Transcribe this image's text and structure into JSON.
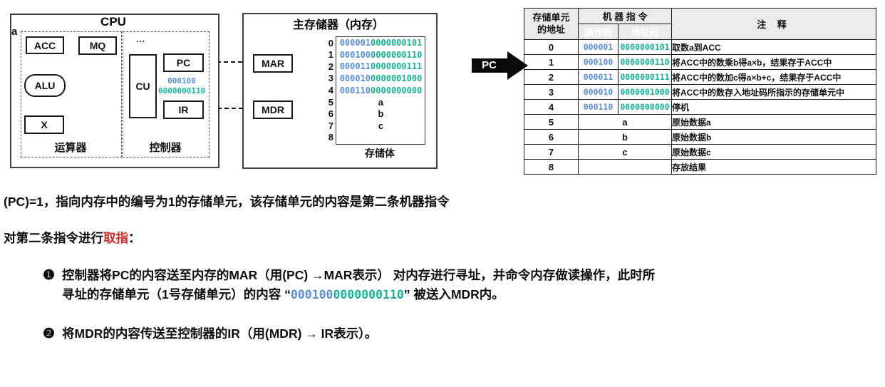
{
  "colors": {
    "opcode_blue": "#5B8FD9",
    "addr_teal": "#17B394",
    "header_blue": "#5B9BD5",
    "header_teal": "#1BB394",
    "highlight_red": "#D42B2B"
  },
  "cpu": {
    "title": "CPU",
    "corner_label": "a",
    "acc": "ACC",
    "mq": "MQ",
    "alu": "ALU",
    "x": "X",
    "cu": "CU",
    "pc": "PC",
    "ir": "IR",
    "cu_dots": "...",
    "ir_opcode": "000100",
    "ir_addrcode": "0000000110",
    "alu_unit_label": "运算器",
    "control_unit_label": "控制器"
  },
  "memory": {
    "title": "主存储器（内存）",
    "mar": "MAR",
    "mdr": "MDR",
    "bank_label": "存储体",
    "cells": [
      {
        "addr": "0",
        "opcode": "000001",
        "addrcode": "0000000101"
      },
      {
        "addr": "1",
        "opcode": "000100",
        "addrcode": "0000000110"
      },
      {
        "addr": "2",
        "opcode": "000011",
        "addrcode": "0000000111"
      },
      {
        "addr": "3",
        "opcode": "000010",
        "addrcode": "0000001000"
      },
      {
        "addr": "4",
        "opcode": "000110",
        "addrcode": "0000000000"
      },
      {
        "addr": "5",
        "data": "a"
      },
      {
        "addr": "6",
        "data": "b"
      },
      {
        "addr": "7",
        "data": "c"
      },
      {
        "addr": "8",
        "data": ""
      }
    ]
  },
  "pc_pointer": {
    "label": "PC"
  },
  "table": {
    "addr_header_line1": "存储单元",
    "addr_header_line2": "的地址",
    "machine_instr_header": "机 器 指 令",
    "opcode_header": "操作码",
    "addrcode_header": "地址码",
    "note_header": "注 释",
    "rows": [
      {
        "addr": "0",
        "opcode": "000001",
        "addrcode": "0000000101",
        "note": "取数a到ACC"
      },
      {
        "addr": "1",
        "opcode": "000100",
        "addrcode": "0000000110",
        "note": "将ACC中的数乘b得a×b，结果存于ACC中"
      },
      {
        "addr": "2",
        "opcode": "000011",
        "addrcode": "0000000111",
        "note": "将ACC中的数加c得a×b+c，结果存于ACC中"
      },
      {
        "addr": "3",
        "opcode": "000010",
        "addrcode": "0000001000",
        "note": "将ACC中的数存入地址码所指示的存储单元中"
      },
      {
        "addr": "4",
        "opcode": "000110",
        "addrcode": "0000000000",
        "note": "停机"
      },
      {
        "addr": "5",
        "data": "a",
        "note": "原始数据a"
      },
      {
        "addr": "6",
        "data": "b",
        "note": "原始数据b"
      },
      {
        "addr": "7",
        "data": "c",
        "note": "原始数据c"
      },
      {
        "addr": "8",
        "data": "",
        "note": "存放结果"
      }
    ]
  },
  "notes": {
    "line1": "(PC)=1，指向内存中的编号为1的存储单元，该存储单元的内容是第二条机器指令",
    "line2_prefix": "对第二条指令进行",
    "line2_highlight": "取指",
    "line2_suffix": "：",
    "bullet1_marker": "❶",
    "bullet1_line1": "控制器将PC的内容送至内存的MAR（用(PC) →MAR表示） 对内存进行寻址，并命令内存做读操作，此时所",
    "bullet1_line2_pre": "寻址的存储单元（1号存储单元）的内容 “",
    "bullet1_bin_opcode": "000100",
    "bullet1_bin_addr": "0000000110",
    "bullet1_line2_post": "” 被送入MDR内。",
    "bullet2_marker": "❷",
    "bullet2_text": "将MDR的内容传送至控制器的IR（用(MDR) → IR表示）。"
  }
}
